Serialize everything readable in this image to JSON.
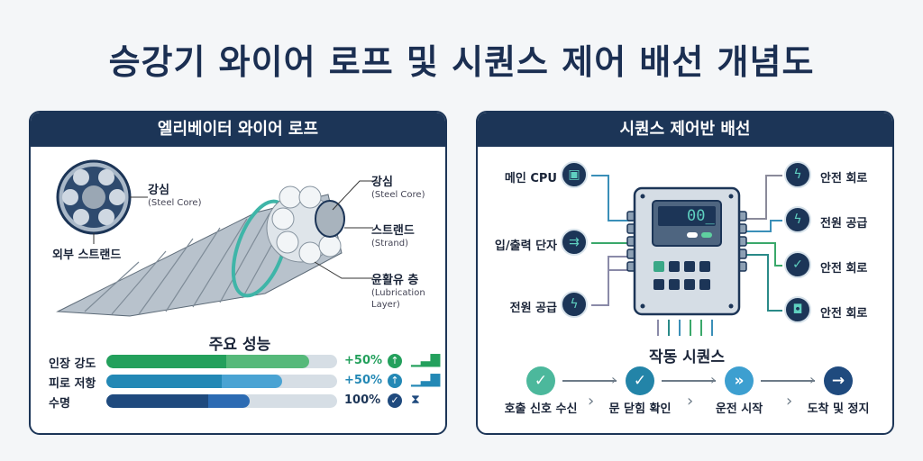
{
  "title": "승강기 와이어 로프 및 시퀀스 제어 배선 개념도",
  "left_panel": {
    "header": "엘리베이터 와이어 로프",
    "cross_section": {
      "core_label": "강심",
      "core_sub": "(Steel Core)",
      "outer_label": "외부 스트랜드"
    },
    "rope_labels": [
      {
        "label": "강심",
        "sub": "(Steel Core)"
      },
      {
        "label": "스트랜드",
        "sub": "(Strand)"
      },
      {
        "label": "윤활유 층",
        "sub": "(Lubrication Layer)"
      }
    ],
    "performance": {
      "title": "주요 성능",
      "rows": [
        {
          "label": "인장 강도",
          "value": "+50%",
          "fill_percent": 88,
          "base_percent": 52,
          "color": "#56b97a",
          "dark": "#23a05c",
          "icon": "arrow-up-icon"
        },
        {
          "label": "피로 저항",
          "value": "+50%",
          "fill_percent": 76,
          "base_percent": 50,
          "color": "#4aa3d3",
          "dark": "#2388b5",
          "icon": "arrow-up-icon"
        },
        {
          "label": "수명",
          "value": "100%",
          "fill_percent": 62,
          "base_percent": 44,
          "color": "#2c6bb3",
          "dark": "#1f4a7e",
          "icon": "check-icon"
        }
      ]
    }
  },
  "right_panel": {
    "header": "시퀀스 제어반 배선",
    "display": "00_",
    "left_nodes": [
      {
        "label": "메인 CPU",
        "icon": "cpu-icon"
      },
      {
        "label": "입/출력 단자",
        "icon": "io-terminal-icon"
      },
      {
        "label": "전원 공급",
        "icon": "power-icon"
      }
    ],
    "right_nodes": [
      {
        "label": "안전 회로",
        "icon": "battery-bolt-icon"
      },
      {
        "label": "전원 공급",
        "icon": "power-icon"
      },
      {
        "label": "안전 회로",
        "icon": "shield-check-icon"
      },
      {
        "label": "안전 회로",
        "icon": "sensor-icon"
      }
    ],
    "sequence": {
      "title": "작동 시퀀스",
      "steps": [
        {
          "label": "호출 신호 수신",
          "color": "#4cb89c",
          "icon": "check-icon"
        },
        {
          "label": "문 닫힘 확인",
          "color": "#2384a8",
          "icon": "check-icon"
        },
        {
          "label": "운전 시작",
          "color": "#3d9fd0",
          "icon": "fast-forward-icon"
        },
        {
          "label": "도착 및 정지",
          "color": "#1f4a7e",
          "icon": "arrow-right-icon"
        }
      ]
    }
  }
}
